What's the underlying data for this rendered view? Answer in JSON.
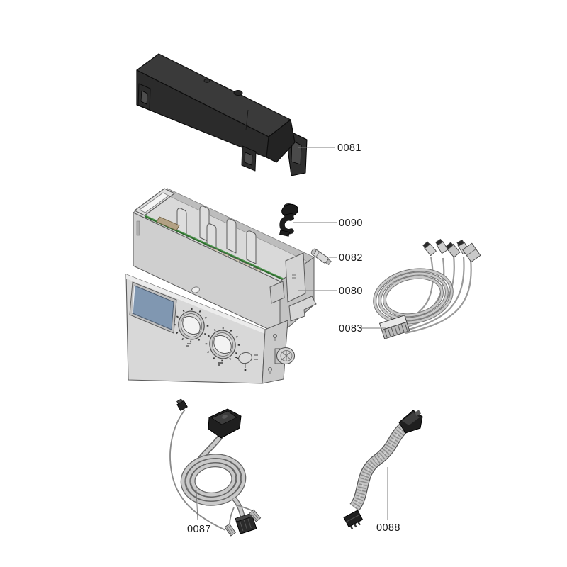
{
  "figure": {
    "background": "#ffffff",
    "labels": {
      "cover": "0081",
      "clip": "0090",
      "lamp": "0082",
      "control_module": "0080",
      "wiring_harness": "0083",
      "cable_assembly": "0087",
      "ribbon_cable": "0088"
    },
    "colors": {
      "cover_dark": "#2e2e2e",
      "chassis_gray": "#d6d6d6",
      "display_blue": "#8097b1",
      "pcb_green": "#2e6b2e",
      "cable_gray": "#c9c9c9",
      "connector_black": "#1f1f1f",
      "leader_line": "#7a7a7a",
      "label_text": "#1a1a1a"
    }
  }
}
